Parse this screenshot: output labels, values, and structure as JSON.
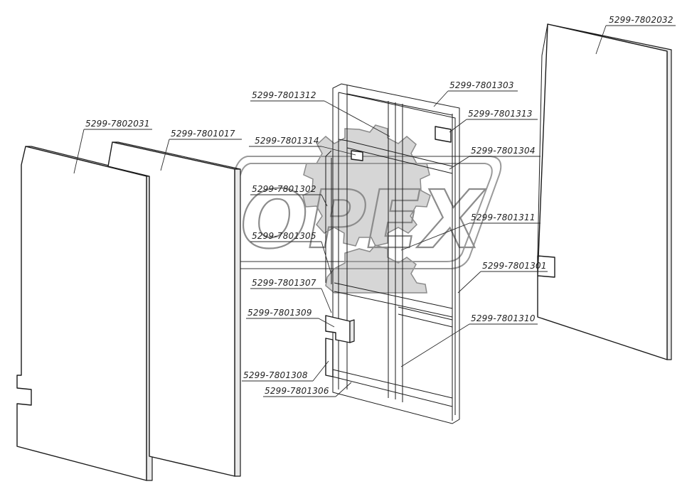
{
  "watermark": {
    "text": "OPEX"
  },
  "labels": [
    "5299-7802032",
    "5299-7801303",
    "5299-7801312",
    "5299-7801313",
    "5299-7802031",
    "5299-7801017",
    "5299-7801314",
    "5299-7801304",
    "5299-7801302",
    "5299-7801311",
    "5299-7801305",
    "5299-7801301",
    "5299-7801307",
    "5299-7801309",
    "5299-7801310",
    "5299-7801308",
    "5299-7801306"
  ]
}
